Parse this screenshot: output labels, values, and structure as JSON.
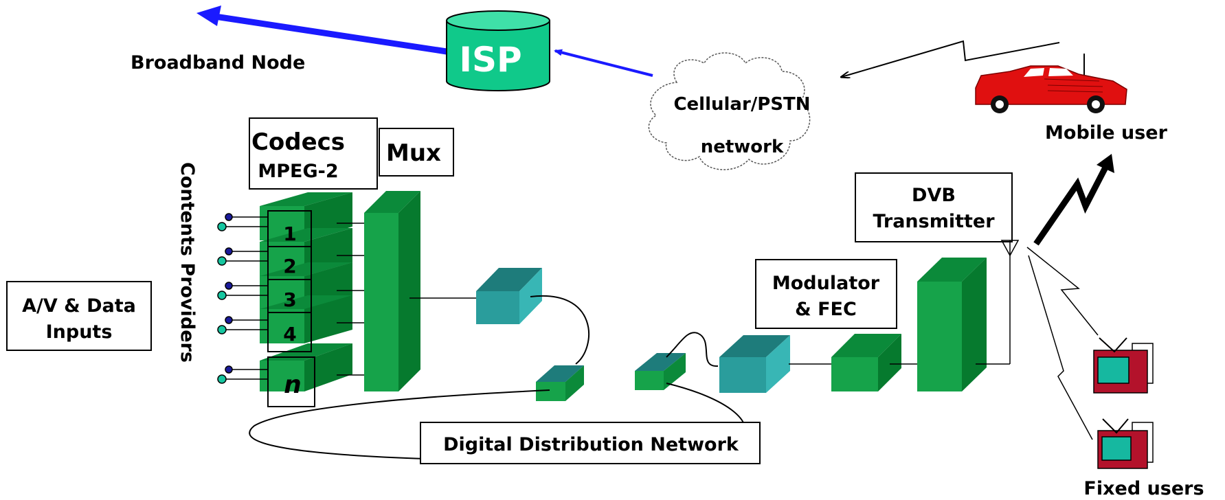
{
  "labels": {
    "broadband_node": "Broadband Node",
    "isp": "ISP",
    "cellular_line1": "Cellular/PSTN",
    "cellular_line2": "network",
    "mobile_user": "Mobile user",
    "codecs": "Codecs",
    "mpeg2": "MPEG-2",
    "mux": "Mux",
    "contents_providers": "Contents Providers",
    "av_line1": "A/V & Data",
    "av_line2": "Inputs",
    "dvb_line1": "DVB",
    "dvb_line2": "Transmitter",
    "modulator_line1": "Modulator",
    "modulator_line2": "& FEC",
    "distribution": "Digital Distribution Network",
    "fixed_users": "Fixed users"
  },
  "channels": [
    "1",
    "2",
    "3",
    "4",
    "n"
  ],
  "colors": {
    "green_front": "#16a34a",
    "green_top": "#0b8a3a",
    "green_side": "#067a2e",
    "teal_front": "#2a9d9c",
    "teal_top": "#1e7c7b",
    "teal_side": "#38b6b5",
    "isp_fill": "#10c98a",
    "isp_top": "#3fe0a8",
    "arrow_blue": "#1a1aff",
    "car_red": "#e01010",
    "tv_red": "#b3122b",
    "tv_screen": "#16b8a0"
  }
}
